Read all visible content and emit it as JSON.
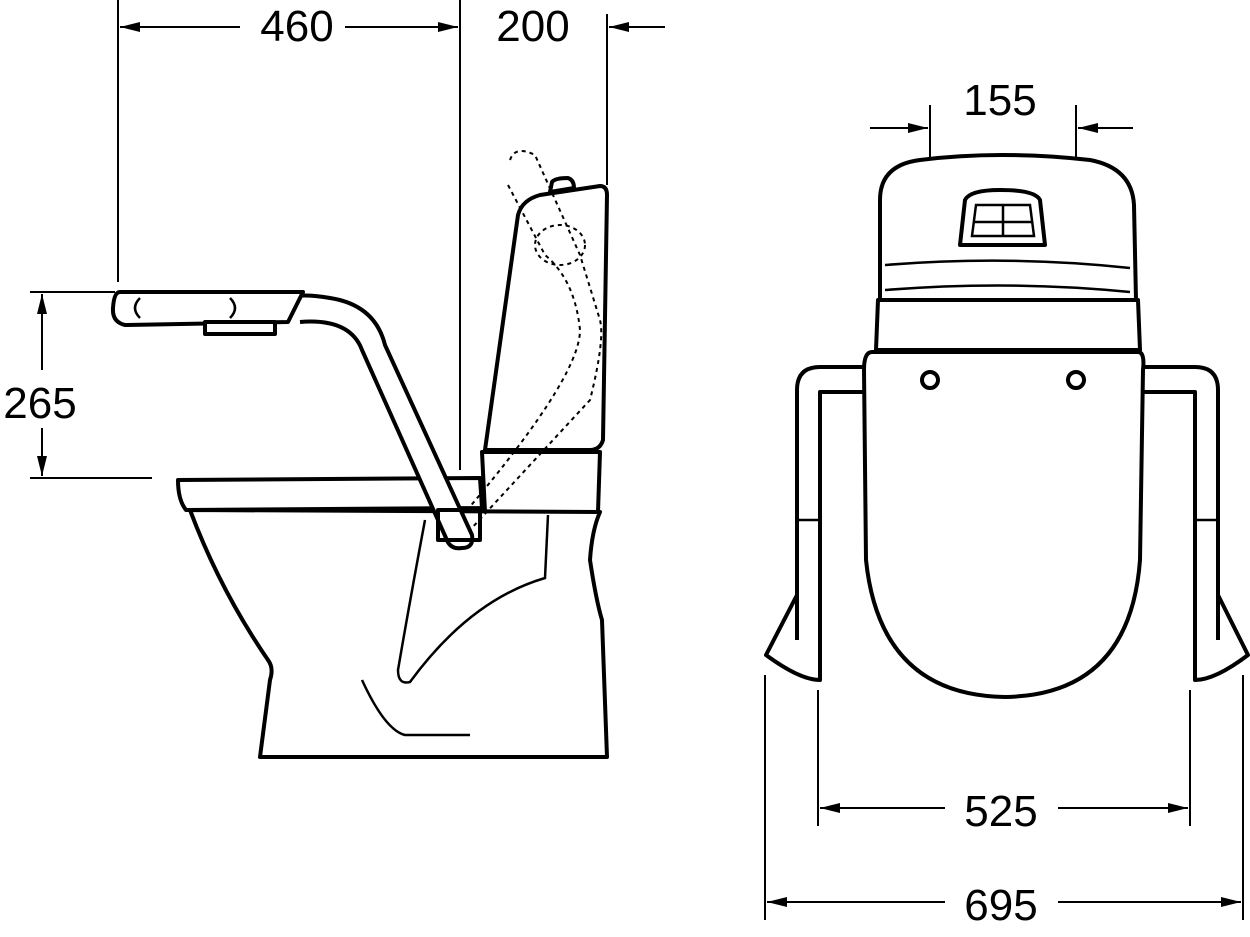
{
  "title": "Toilet with support arms - dimension drawing",
  "units": "mm",
  "side_view": {
    "dim_armrest_to_tank": "460",
    "dim_tank_depth": "200",
    "dim_armrest_height": "265"
  },
  "front_view": {
    "dim_hole_spacing": "155",
    "dim_inner_width": "525",
    "dim_outer_width": "695"
  },
  "colors": {
    "line": "#000000",
    "background": "#ffffff"
  }
}
